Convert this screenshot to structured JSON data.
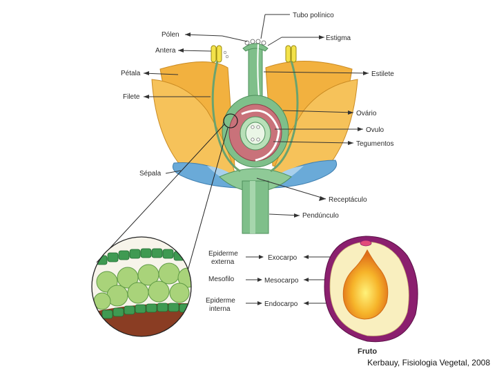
{
  "flower_labels": {
    "tubo_polinico": "Tubo polínico",
    "polen": "Pólen",
    "estigma": "Estigma",
    "antera": "Antera",
    "petala": "Pétala",
    "estilete": "Estilete",
    "filete": "Filete",
    "ovario": "Ovário",
    "ovulo": "Ovulo",
    "tegumentos": "Tegumentos",
    "sepala": "Sépala",
    "receptaculo": "Receptáculo",
    "penduculo": "Pendúnculo"
  },
  "tissue_labels": {
    "epiderme_externa_1": "Epiderme",
    "epiderme_externa_2": "externa",
    "mesofilo": "Mesofilo",
    "epiderme_interna_1": "Epiderme",
    "epiderme_interna_2": "interna",
    "exocarpo": "Exocarpo",
    "mesocarpo": "Mesocarpo",
    "endocarpo": "Endocarpo"
  },
  "fruit_caption": "Fruto",
  "credit": "Kerbauy, Fisiologia Vegetal, 2008",
  "colors": {
    "petal": "#f2b13f",
    "petal_dark": "#d98a1c",
    "stem": "#7fbf8a",
    "stem_dark": "#4d8f5b",
    "ovary_wall": "#c9727a",
    "sepal": "#6aaad8",
    "fruit_skin": "#8b1f6e",
    "fruit_flesh": "#f9efbf",
    "seed": "#f39a1a",
    "cell": "#a9d37a",
    "epidermis_cell": "#3f9a52"
  }
}
